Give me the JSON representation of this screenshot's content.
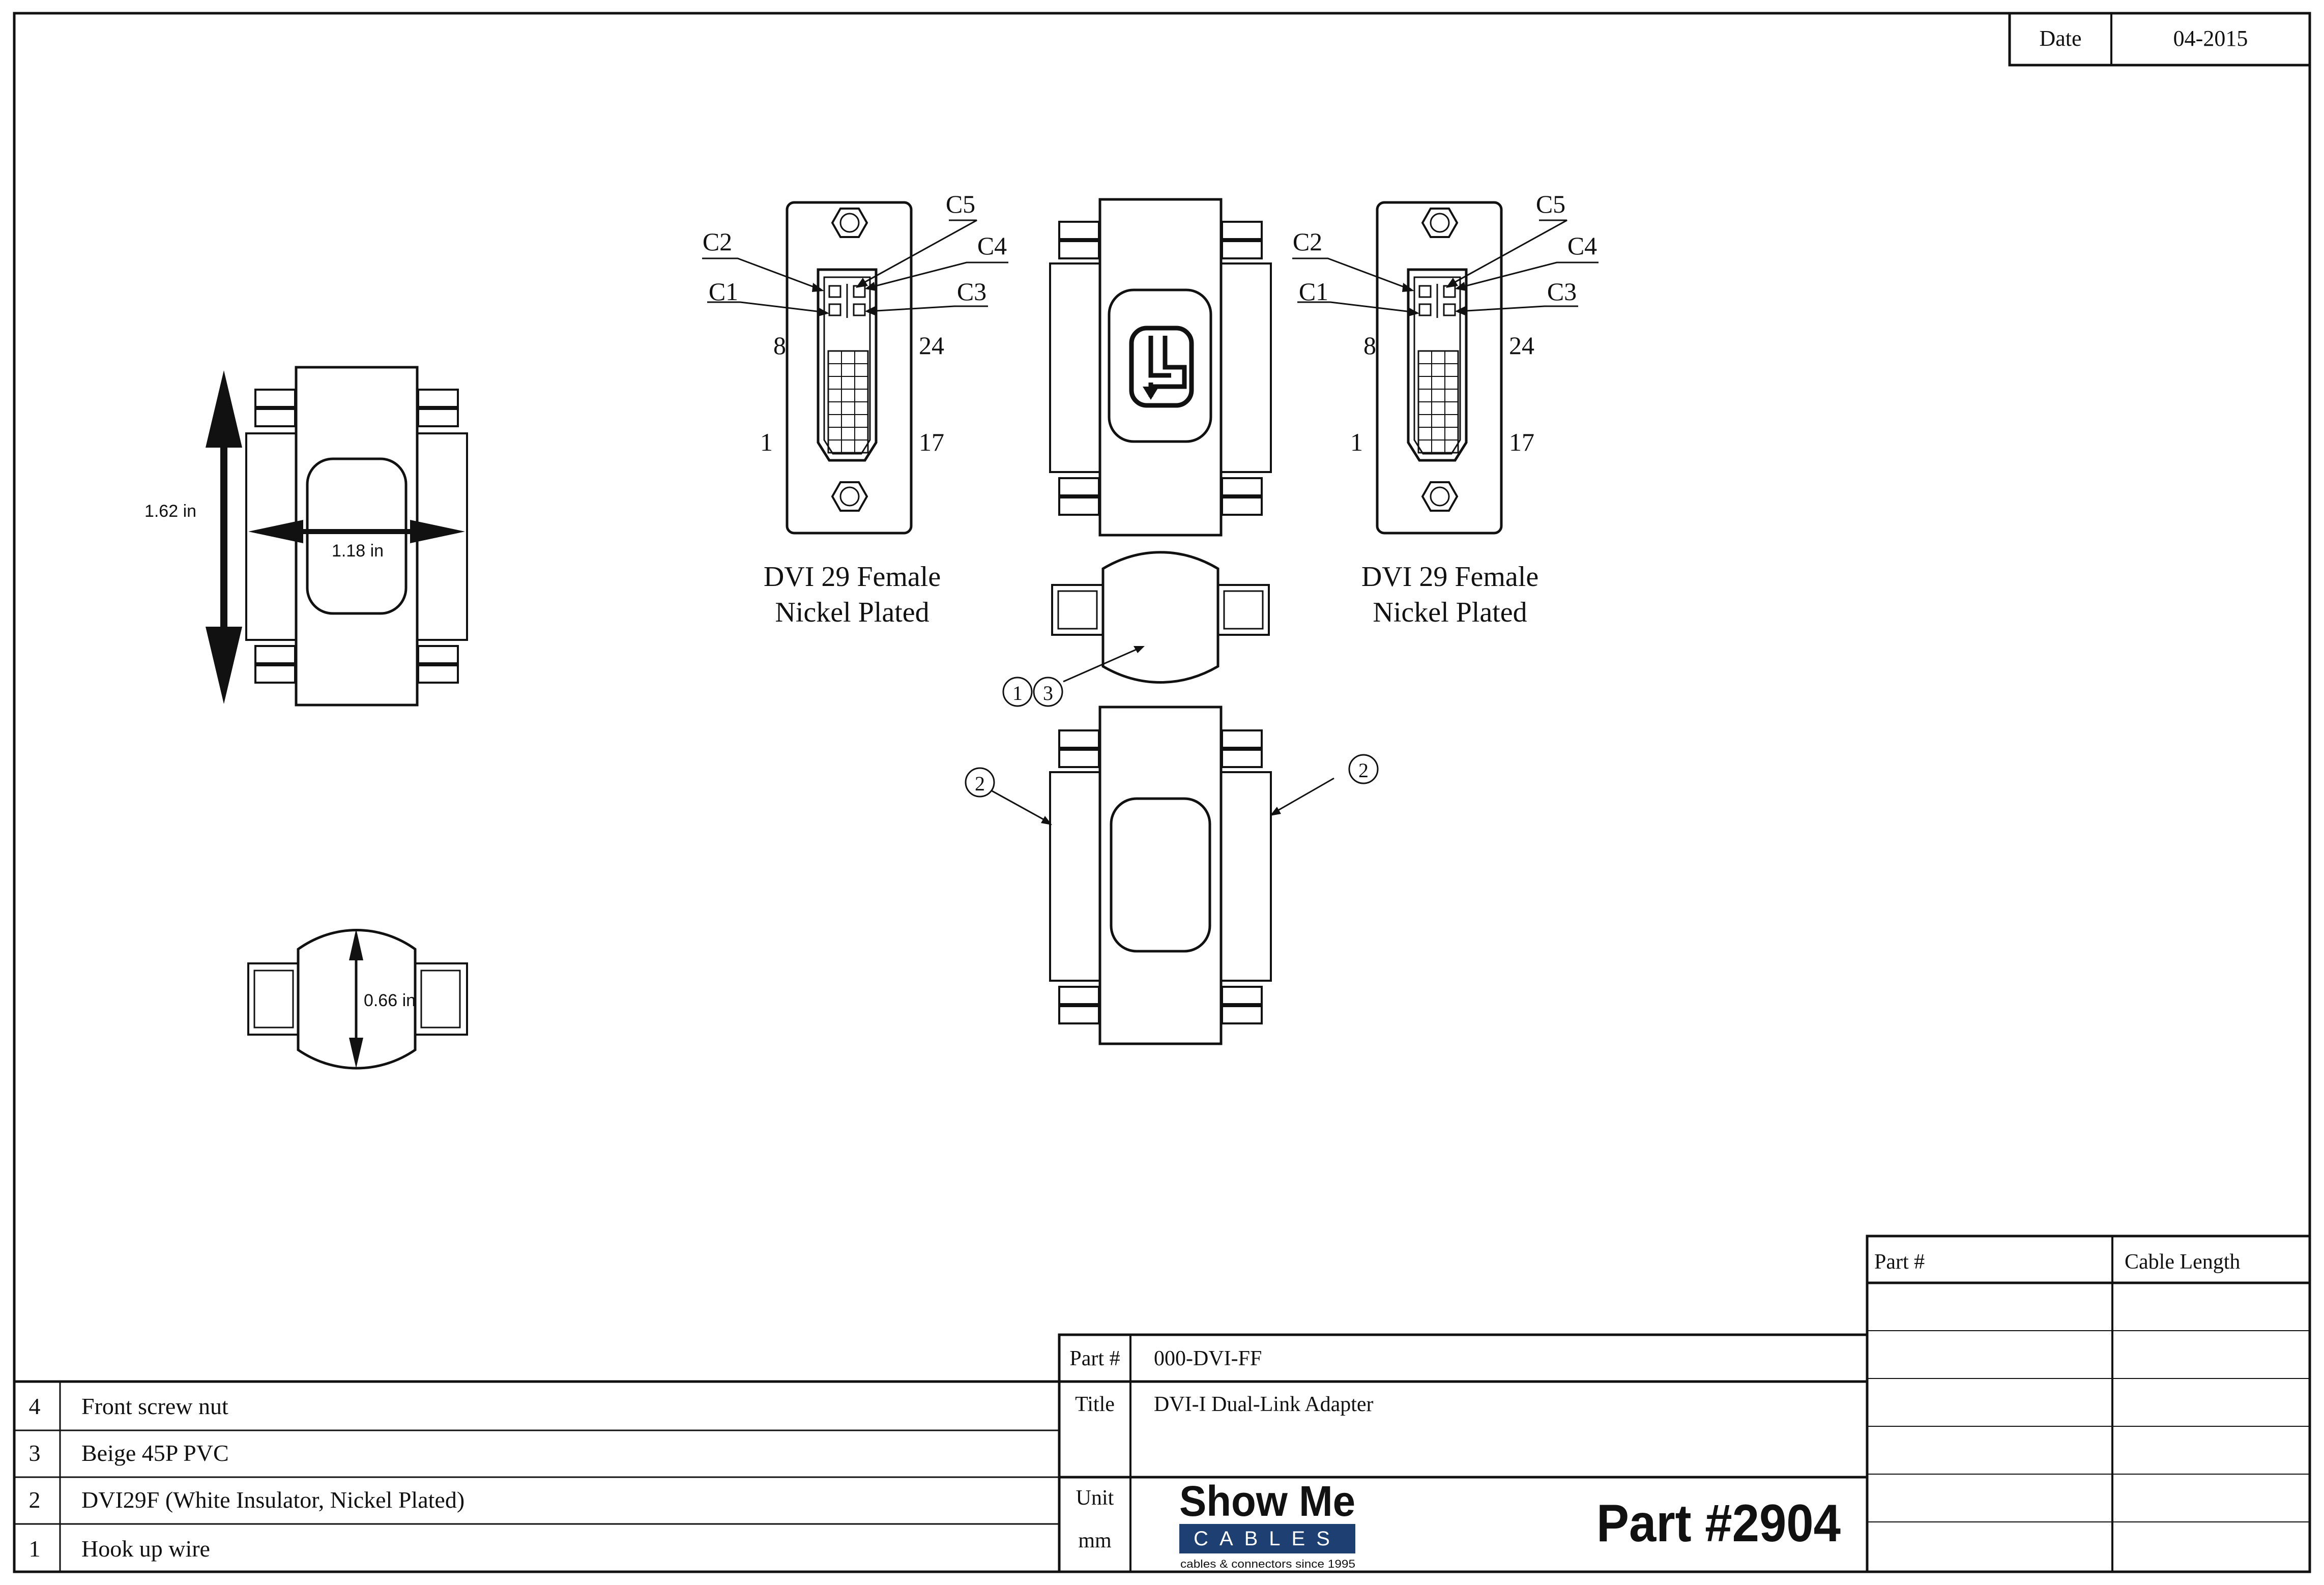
{
  "header": {
    "date_label": "Date",
    "date_value": "04-2015"
  },
  "connectors": {
    "left": {
      "title_line1": "DVI 29 Female",
      "title_line2": "Nickel Plated",
      "labels": {
        "c1": "C1",
        "c2": "C2",
        "c3": "C3",
        "c4": "C4",
        "c5": "C5",
        "p8": "8",
        "p24": "24",
        "p1": "1",
        "p17": "17"
      }
    },
    "right": {
      "title_line1": "DVI 29 Female",
      "title_line2": "Nickel Plated",
      "labels": {
        "c1": "C1",
        "c2": "C2",
        "c3": "C3",
        "c4": "C4",
        "c5": "C5",
        "p8": "8",
        "p24": "24",
        "p1": "1",
        "p17": "17"
      }
    }
  },
  "dimensions": {
    "height": "1.62 in",
    "width": "1.18 in",
    "depth": "0.66 in"
  },
  "callouts": {
    "top_a": "1",
    "top_b": "3",
    "left": "2",
    "right": "2"
  },
  "bom": [
    {
      "num": "4",
      "desc": "Front screw nut"
    },
    {
      "num": "3",
      "desc": "Beige 45P PVC"
    },
    {
      "num": "2",
      "desc": "DVI29F (White Insulator, Nickel Plated)"
    },
    {
      "num": "1",
      "desc": "Hook up wire"
    }
  ],
  "title_block": {
    "part_label": "Part #",
    "part_value": "000-DVI-FF",
    "title_label": "Title",
    "title_value": "DVI-I Dual-Link Adapter",
    "unit_label": "Unit",
    "unit_value": "mm",
    "part_number": "Part #2904"
  },
  "logo": {
    "line1": "Show Me",
    "line2": "CABLES",
    "tagline": "cables & connectors since 1995",
    "red": "#a4161a",
    "navy": "#1d3f72"
  },
  "cable_table": {
    "col1": "Part #",
    "col2": "Cable Length"
  }
}
